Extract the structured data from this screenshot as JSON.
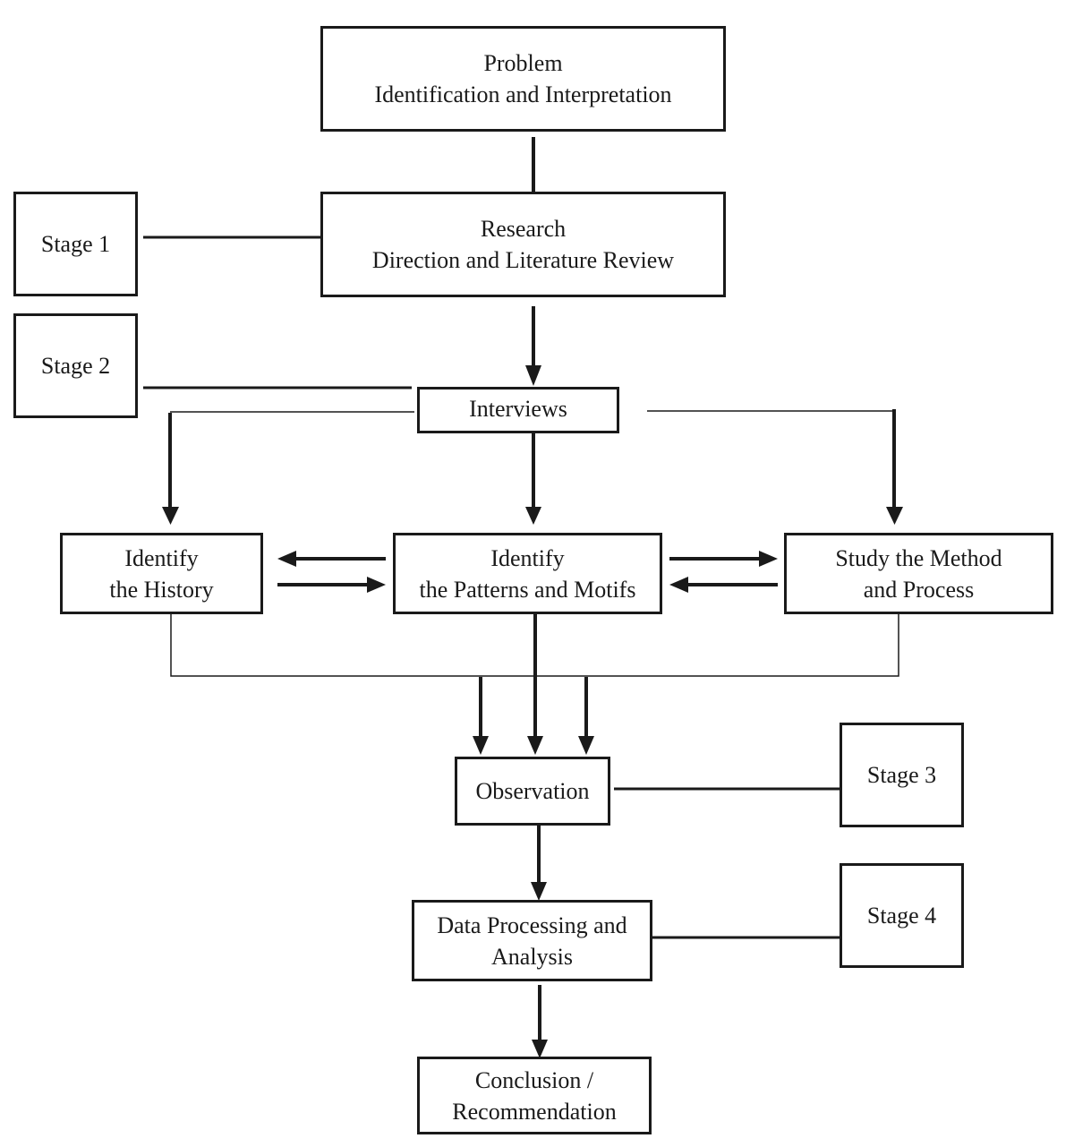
{
  "diagram": {
    "stages": {
      "stage1": "Stage 1",
      "stage2": "Stage 2",
      "stage3": "Stage 3",
      "stage4": "Stage 4"
    },
    "steps": {
      "problem": {
        "line1": "Problem",
        "line2": "Identification and Interpretation"
      },
      "research": {
        "line1": "Research",
        "line2": "Direction and Literature Review"
      },
      "interviews": {
        "line1": "Interviews"
      },
      "history": {
        "line1": "Identify",
        "line2": "the History"
      },
      "patterns": {
        "line1": "Identify",
        "line2": "the Patterns and Motifs"
      },
      "method": {
        "line1": "Study the Method",
        "line2": "and Process"
      },
      "observation": {
        "line1": "Observation"
      },
      "analysis": {
        "line1": "Data Processing and",
        "line2": "Analysis"
      },
      "conclusion": {
        "line1": "Conclusion /",
        "line2": "Recommendation"
      }
    }
  }
}
